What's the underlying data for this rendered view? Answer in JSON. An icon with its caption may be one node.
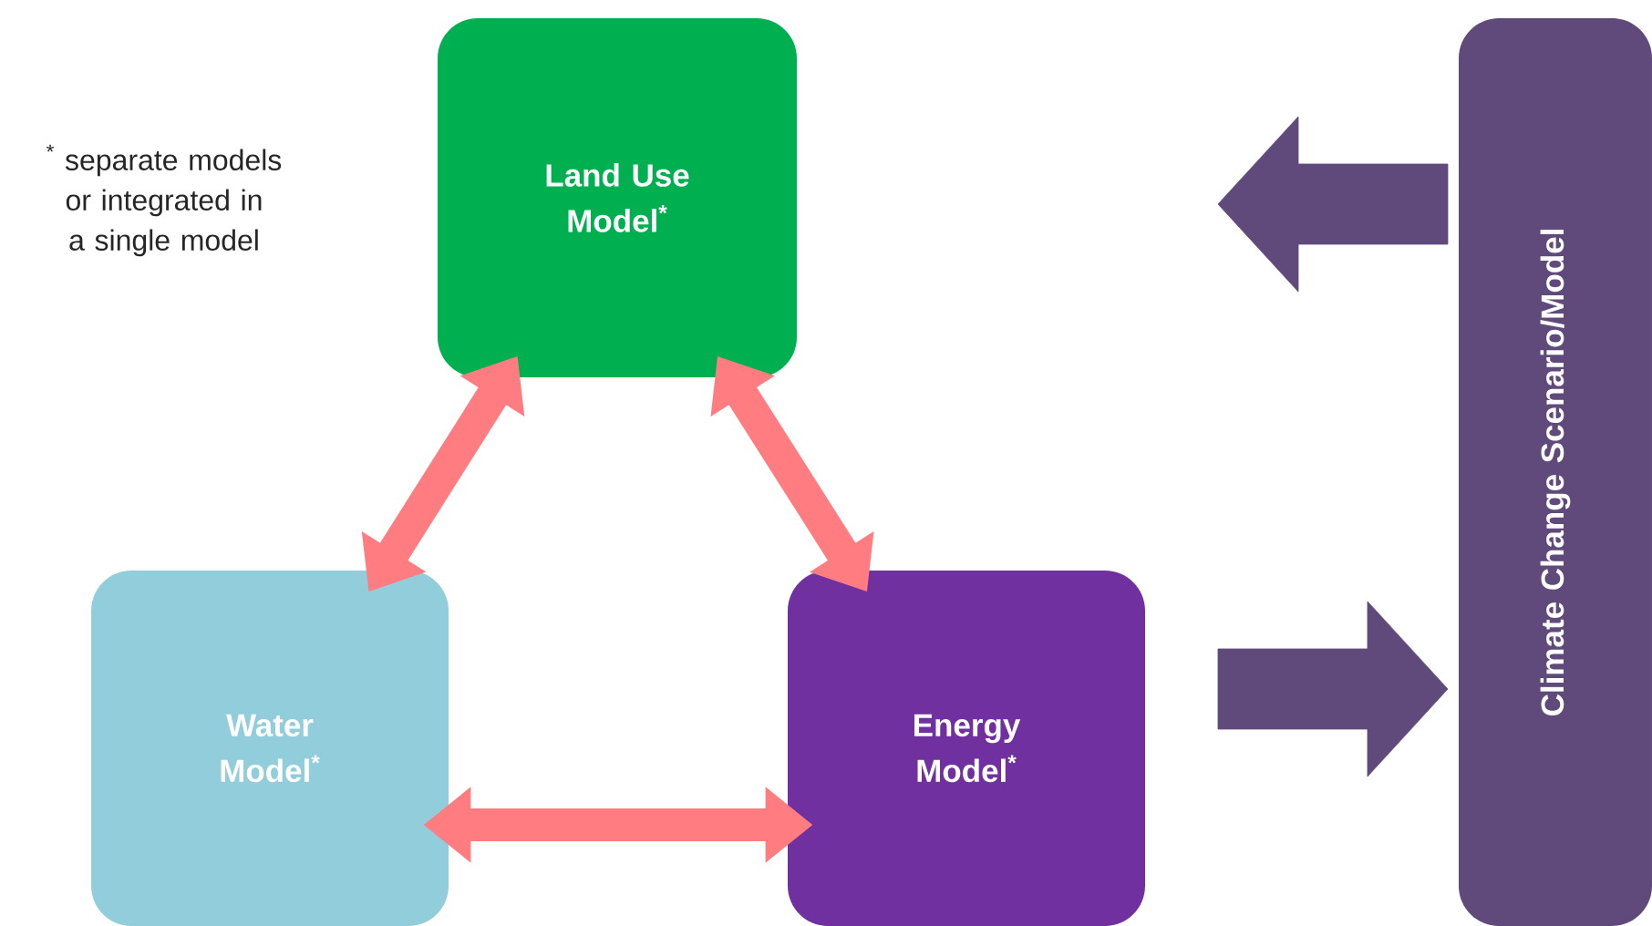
{
  "diagram": {
    "nodes": [
      {
        "text": [
          "Land Use Model$^{*}$"
        ]
      },
      {
        "text": [
          "Water Model$^{*}$"
        ]
      },
      {
        "text": [
          "Energy Model$^{*}$"
        ]
      },
      {
        "text": [
          "Climate Change Scenario/Model"
        ]
      }
    ],
    "edges": [
      {
        "from": 0,
        "to": 1,
        "arrow": "both"
      },
      {
        "from": 0,
        "to": 2,
        "arrow": "both"
      },
      {
        "from": 1,
        "to": 2,
        "arrow": "both"
      },
      {
        "from": 3,
        "to": null,
        "arrow": "to",
        "style": "thick",
        "color": "#604a7b"
      },
      {
        "from": null,
        "to": 3,
        "arrow": "to",
        "style": "thick",
        "color": "#604a7b"
      }
    ],
    "labels": [
      "$^{*}$ separate models or integrated in a single model"
    ]
  }
}
